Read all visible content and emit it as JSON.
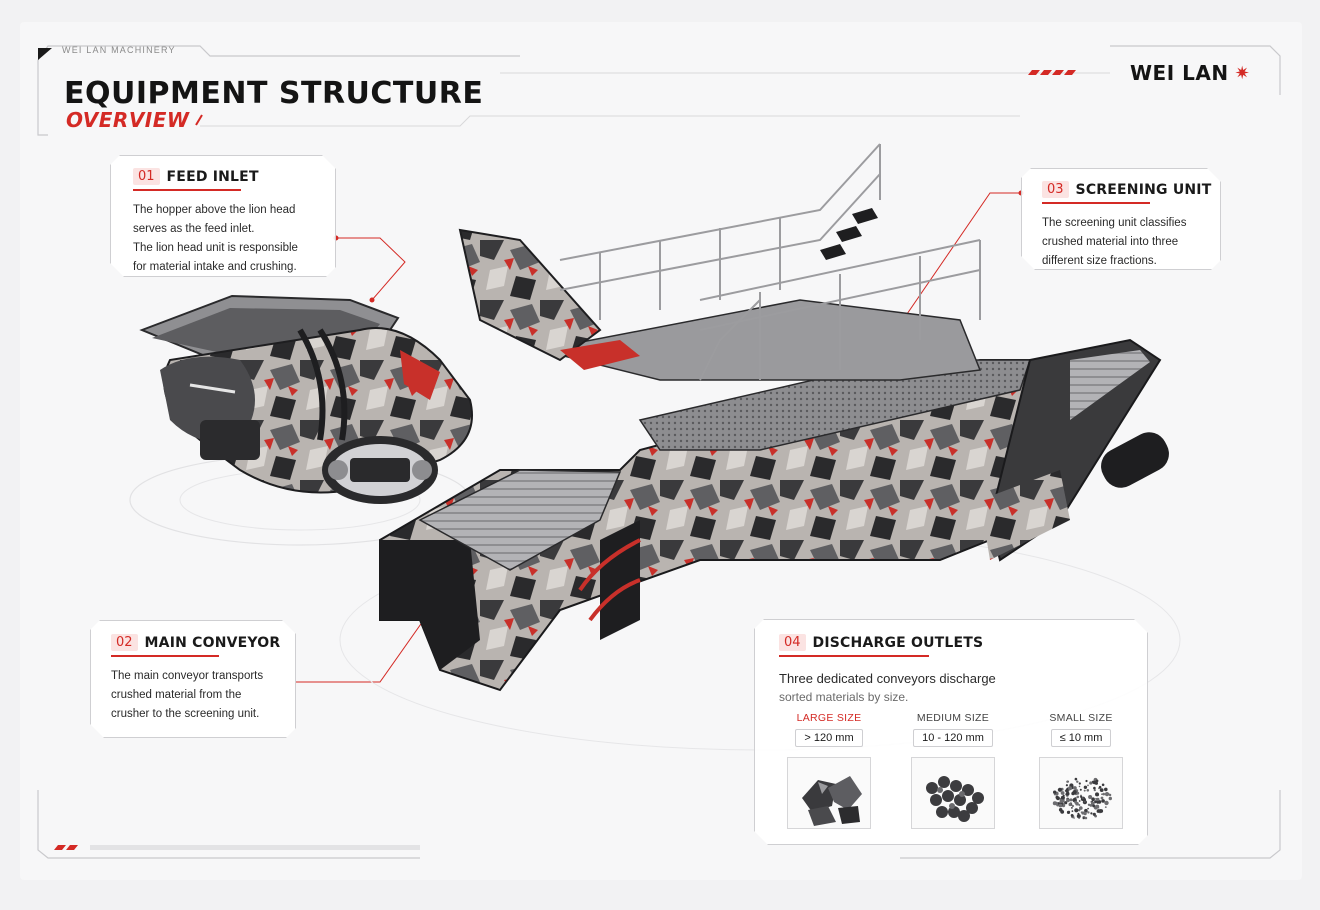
{
  "header": {
    "brand_small": "WEI LAN MACHINERY",
    "title": "EQUIPMENT STRUCTURE",
    "subtitle": "OVERVIEW",
    "logo": "WEI LAN",
    "logo_mark": "✷"
  },
  "callouts": [
    {
      "number": "01",
      "title": "FEED INLET",
      "lines": [
        "The hopper above the lion head",
        "serves as the feed inlet.",
        "The lion head unit is responsible",
        "for material intake and crushing."
      ]
    },
    {
      "number": "02",
      "title": "MAIN CONVEYOR",
      "lines": [
        "The main conveyor transports",
        "crushed material from the",
        "crusher to the screening unit."
      ]
    },
    {
      "number": "03",
      "title": "SCREENING UNIT",
      "lines": [
        "The screening unit classifies",
        "crushed material into three",
        "different size fractions."
      ]
    },
    {
      "number": "04",
      "title": "DISCHARGE OUTLETS",
      "lead": "Three dedicated conveyors discharge",
      "lead2": "sorted materials by size.",
      "sizes": [
        {
          "label": "LARGE SIZE",
          "range": "> 120 mm",
          "accent": true
        },
        {
          "label": "MEDIUM SIZE",
          "range": "10 - 120 mm",
          "accent": false
        },
        {
          "label": "SMALL SIZE",
          "range": "≤ 10 mm",
          "accent": false
        }
      ]
    }
  ],
  "colors": {
    "accent": "#d42a25",
    "ink": "#141414",
    "panel": "#f7f7f8"
  }
}
